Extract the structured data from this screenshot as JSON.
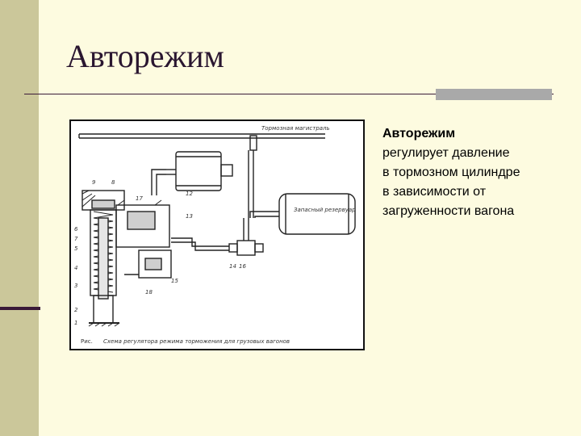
{
  "slide": {
    "title": "Авторежим",
    "body_bold": "Авторежим",
    "body_lines": [
      "регулирует давление",
      "в тормозном цилиндре",
      "в зависимости от",
      "загруженности вагона"
    ]
  },
  "diagram": {
    "label_pipe": "Тормозная магистраль",
    "label_tank": "Запасный резервуар",
    "caption_prefix": "Рис.",
    "caption": "Схема регулятора режима торможения для грузовых вагонов",
    "numbers": [
      "9",
      "8",
      "6",
      "7",
      "5",
      "4",
      "3",
      "2",
      "1",
      "17",
      "15",
      "12",
      "13",
      "14",
      "16",
      "18"
    ]
  },
  "colors": {
    "background": "#fdfbe0",
    "sidebar": "#cbc79a",
    "accent": "#3a1a38",
    "rule_block": "#a9a9a9"
  }
}
